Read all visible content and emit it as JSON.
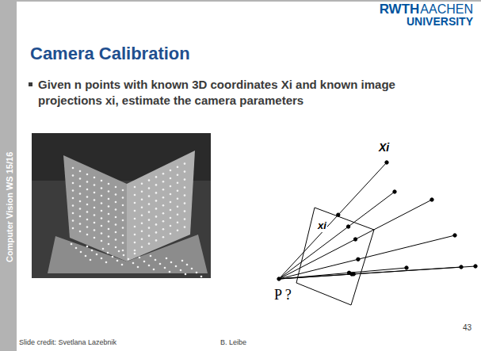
{
  "diagram": {
    "title": "Camera Calibration",
    "labels": [
      "RWTH",
      "AACHEN",
      "UNIVERSITY",
      "Given n points with known 3D coordinates Xi and known image projections xi, estimate the camera parameters",
      "Xi",
      "xi",
      "P ?",
      "Computer Vision WS 15/16",
      "Slide credit: Svetlana Lazebnik",
      "B. Leibe",
      "43"
    ]
  }
}
